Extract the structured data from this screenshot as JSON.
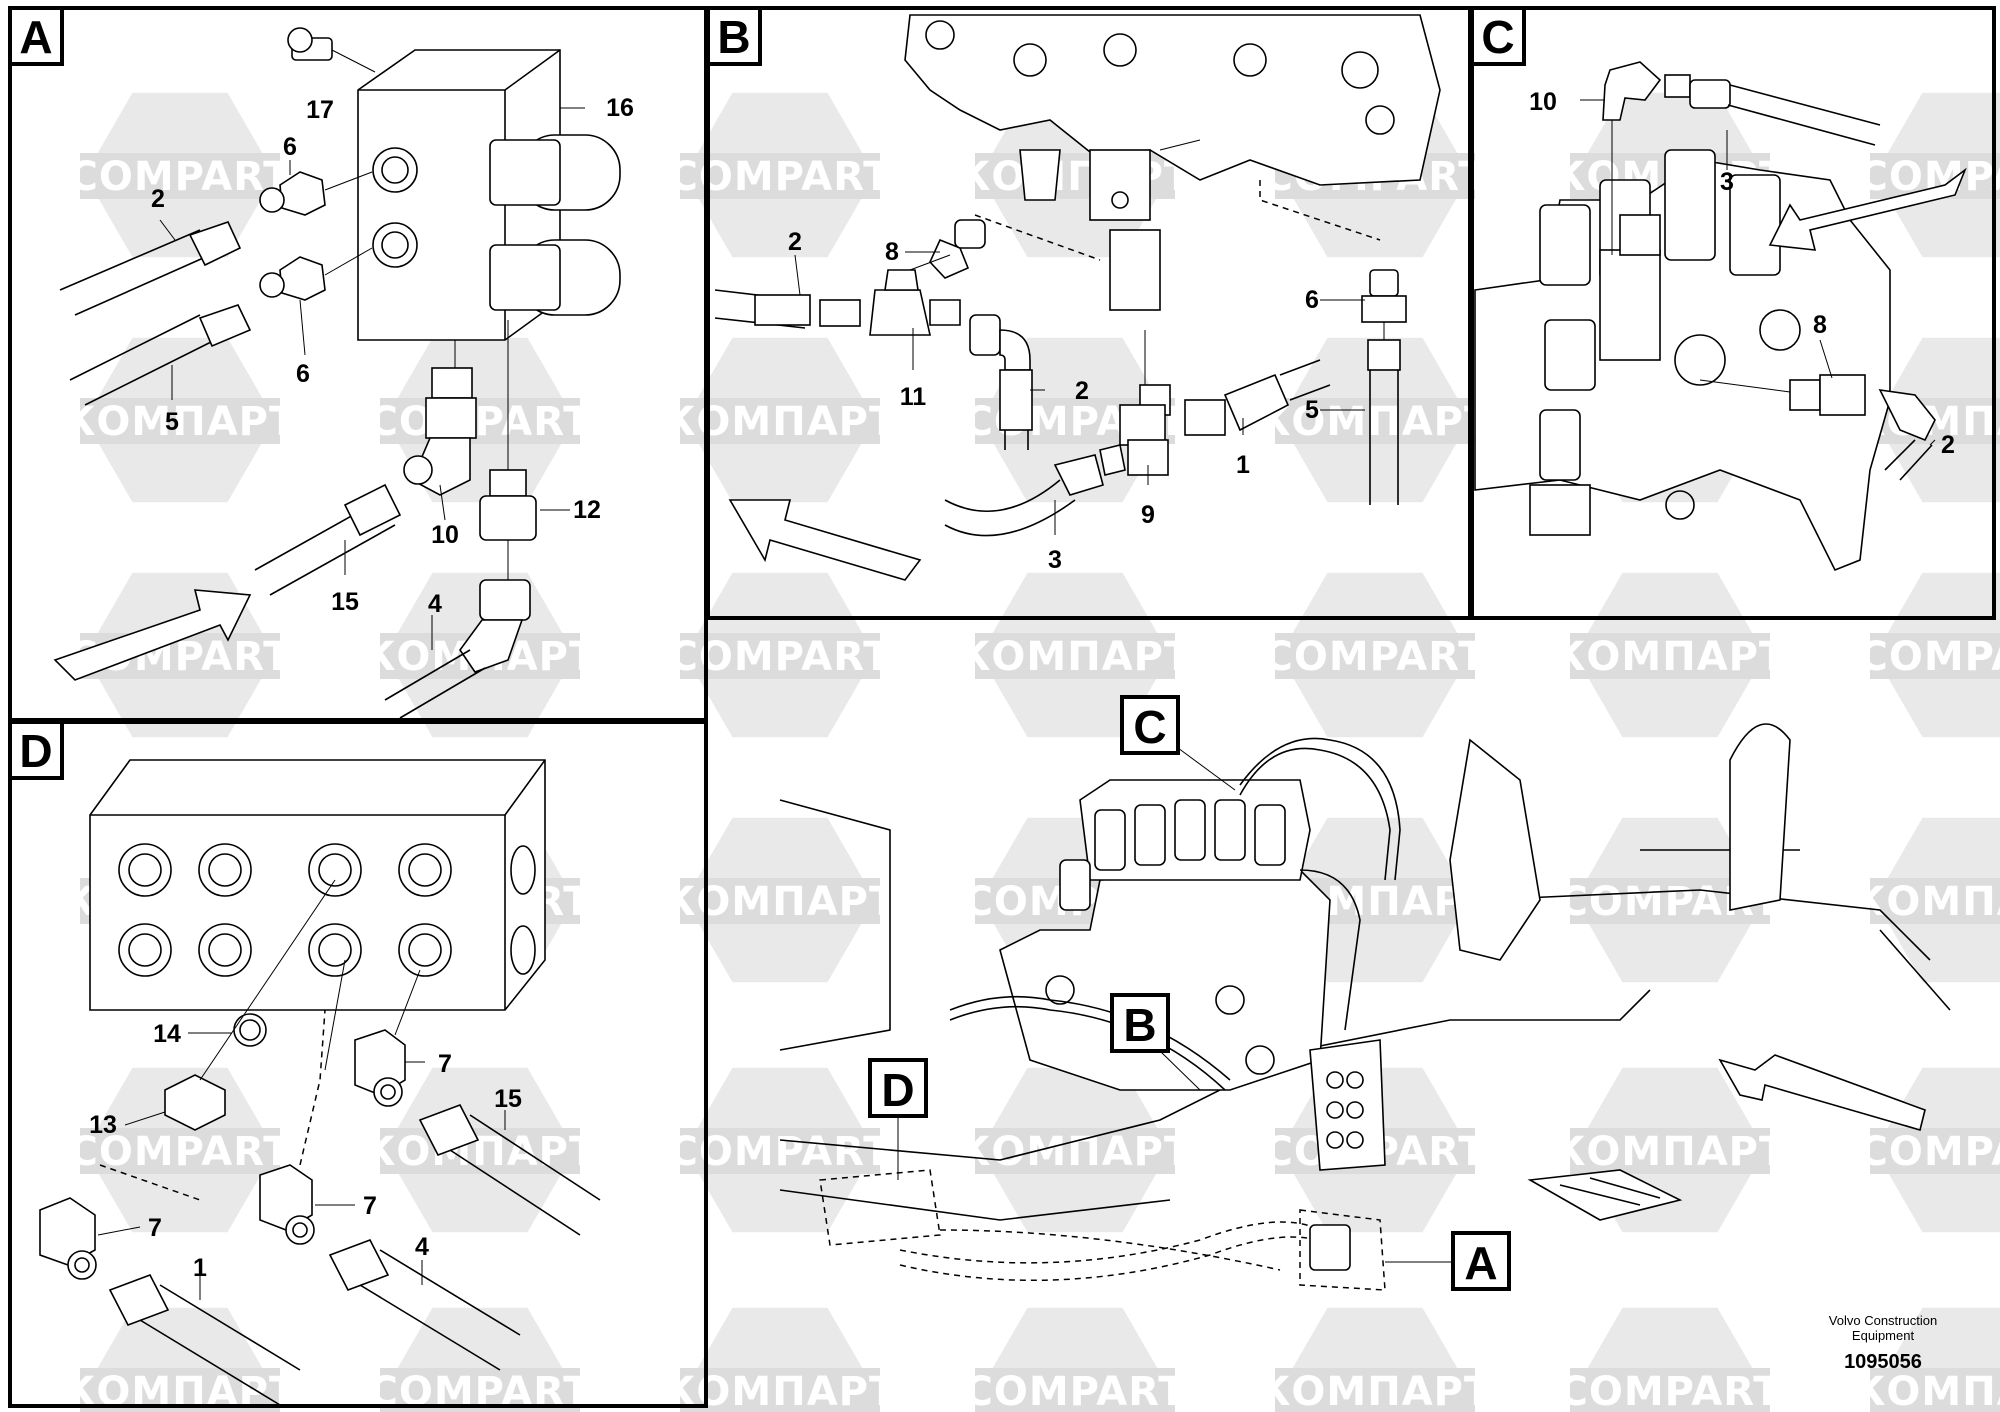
{
  "panels": {
    "A": {
      "letter": "A"
    },
    "B": {
      "letter": "B"
    },
    "C": {
      "letter": "C"
    },
    "D": {
      "letter": "D"
    }
  },
  "overview_labels": {
    "A": "A",
    "B": "B",
    "C": "C",
    "D": "D"
  },
  "callouts": {
    "A": [
      "17",
      "16",
      "6",
      "2",
      "6",
      "5",
      "10",
      "12",
      "15",
      "4"
    ],
    "B": [
      "2",
      "8",
      "11",
      "2",
      "6",
      "5",
      "1",
      "9",
      "3"
    ],
    "C": [
      "10",
      "3",
      "8",
      "2"
    ],
    "D": [
      "14",
      "7",
      "13",
      "15",
      "7",
      "7",
      "1",
      "4"
    ]
  },
  "watermark": {
    "latin": "COMPART",
    "cyrillic": "КОМПАРТ"
  },
  "credit": {
    "line1": "Volvo Construction",
    "line2": "Equipment",
    "doc_number": "1095056"
  }
}
